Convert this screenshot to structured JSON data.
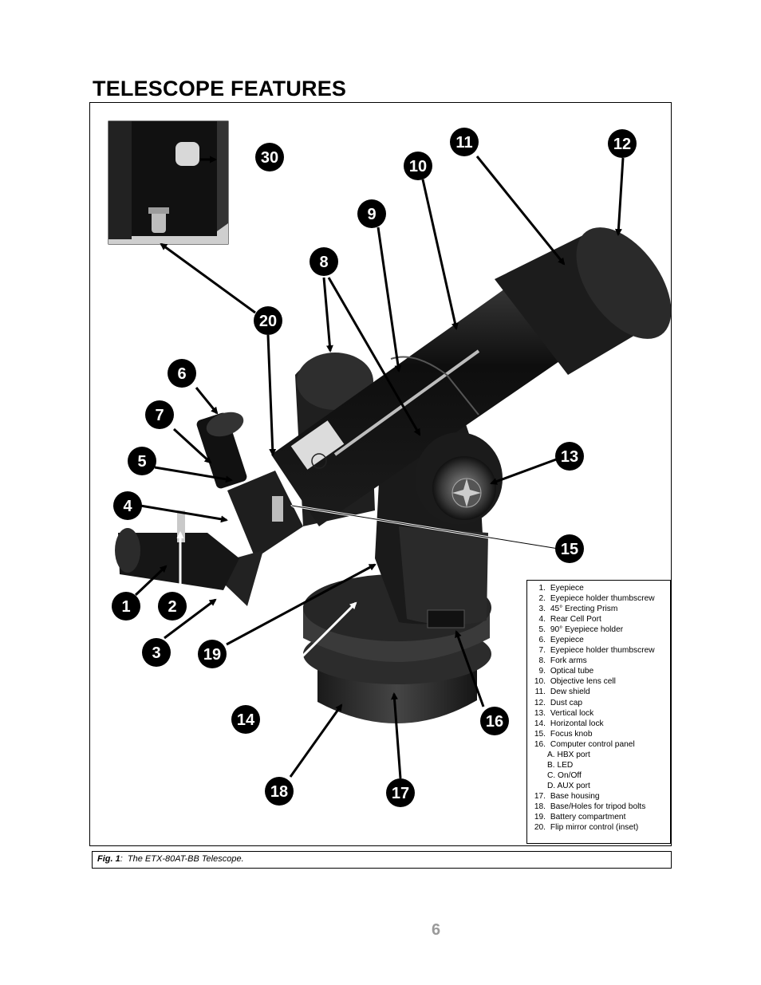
{
  "page": {
    "title": "TELESCOPE FEATURES",
    "page_number": "6"
  },
  "caption": {
    "label": "Fig. 1",
    "sep": ":",
    "text": "The ETX-80AT-BB Telescope."
  },
  "callouts": [
    "1",
    "2",
    "3",
    "4",
    "5",
    "6",
    "7",
    "8",
    "9",
    "10",
    "11",
    "12",
    "13",
    "14",
    "15",
    "16",
    "17",
    "18",
    "19",
    "20",
    "30"
  ],
  "legend": [
    {
      "num": "1.",
      "text": "Eyepiece"
    },
    {
      "num": "2.",
      "text": "Eyepiece holder thumbscrew"
    },
    {
      "num": "3.",
      "text": "45° Erecting Prism"
    },
    {
      "num": "4.",
      "text": "Rear Cell Port"
    },
    {
      "num": "5.",
      "text": "90° Eyepiece holder"
    },
    {
      "num": "6.",
      "text": "Eyepiece"
    },
    {
      "num": "7.",
      "text": "Eyepiece holder thumbscrew"
    },
    {
      "num": "8.",
      "text": "Fork arms"
    },
    {
      "num": "9.",
      "text": "Optical tube"
    },
    {
      "num": "10.",
      "text": "Objective lens cell"
    },
    {
      "num": "11.",
      "text": "Dew shield"
    },
    {
      "num": "12.",
      "text": "Dust cap"
    },
    {
      "num": "13.",
      "text": "Vertical lock"
    },
    {
      "num": "14.",
      "text": "Horizontal lock"
    },
    {
      "num": "15.",
      "text": "Focus knob"
    },
    {
      "num": "16.",
      "text": "Computer control panel"
    },
    {
      "num": "",
      "text": "A. HBX port"
    },
    {
      "num": "",
      "text": "B. LED"
    },
    {
      "num": "",
      "text": "C. On/Off"
    },
    {
      "num": "",
      "text": "D. AUX port"
    },
    {
      "num": "17.",
      "text": "Base housing"
    },
    {
      "num": "18.",
      "text": "Base/Holes for tripod bolts"
    },
    {
      "num": "19.",
      "text": "Battery compartment"
    },
    {
      "num": "20.",
      "text": "Flip mirror control (inset)"
    }
  ]
}
